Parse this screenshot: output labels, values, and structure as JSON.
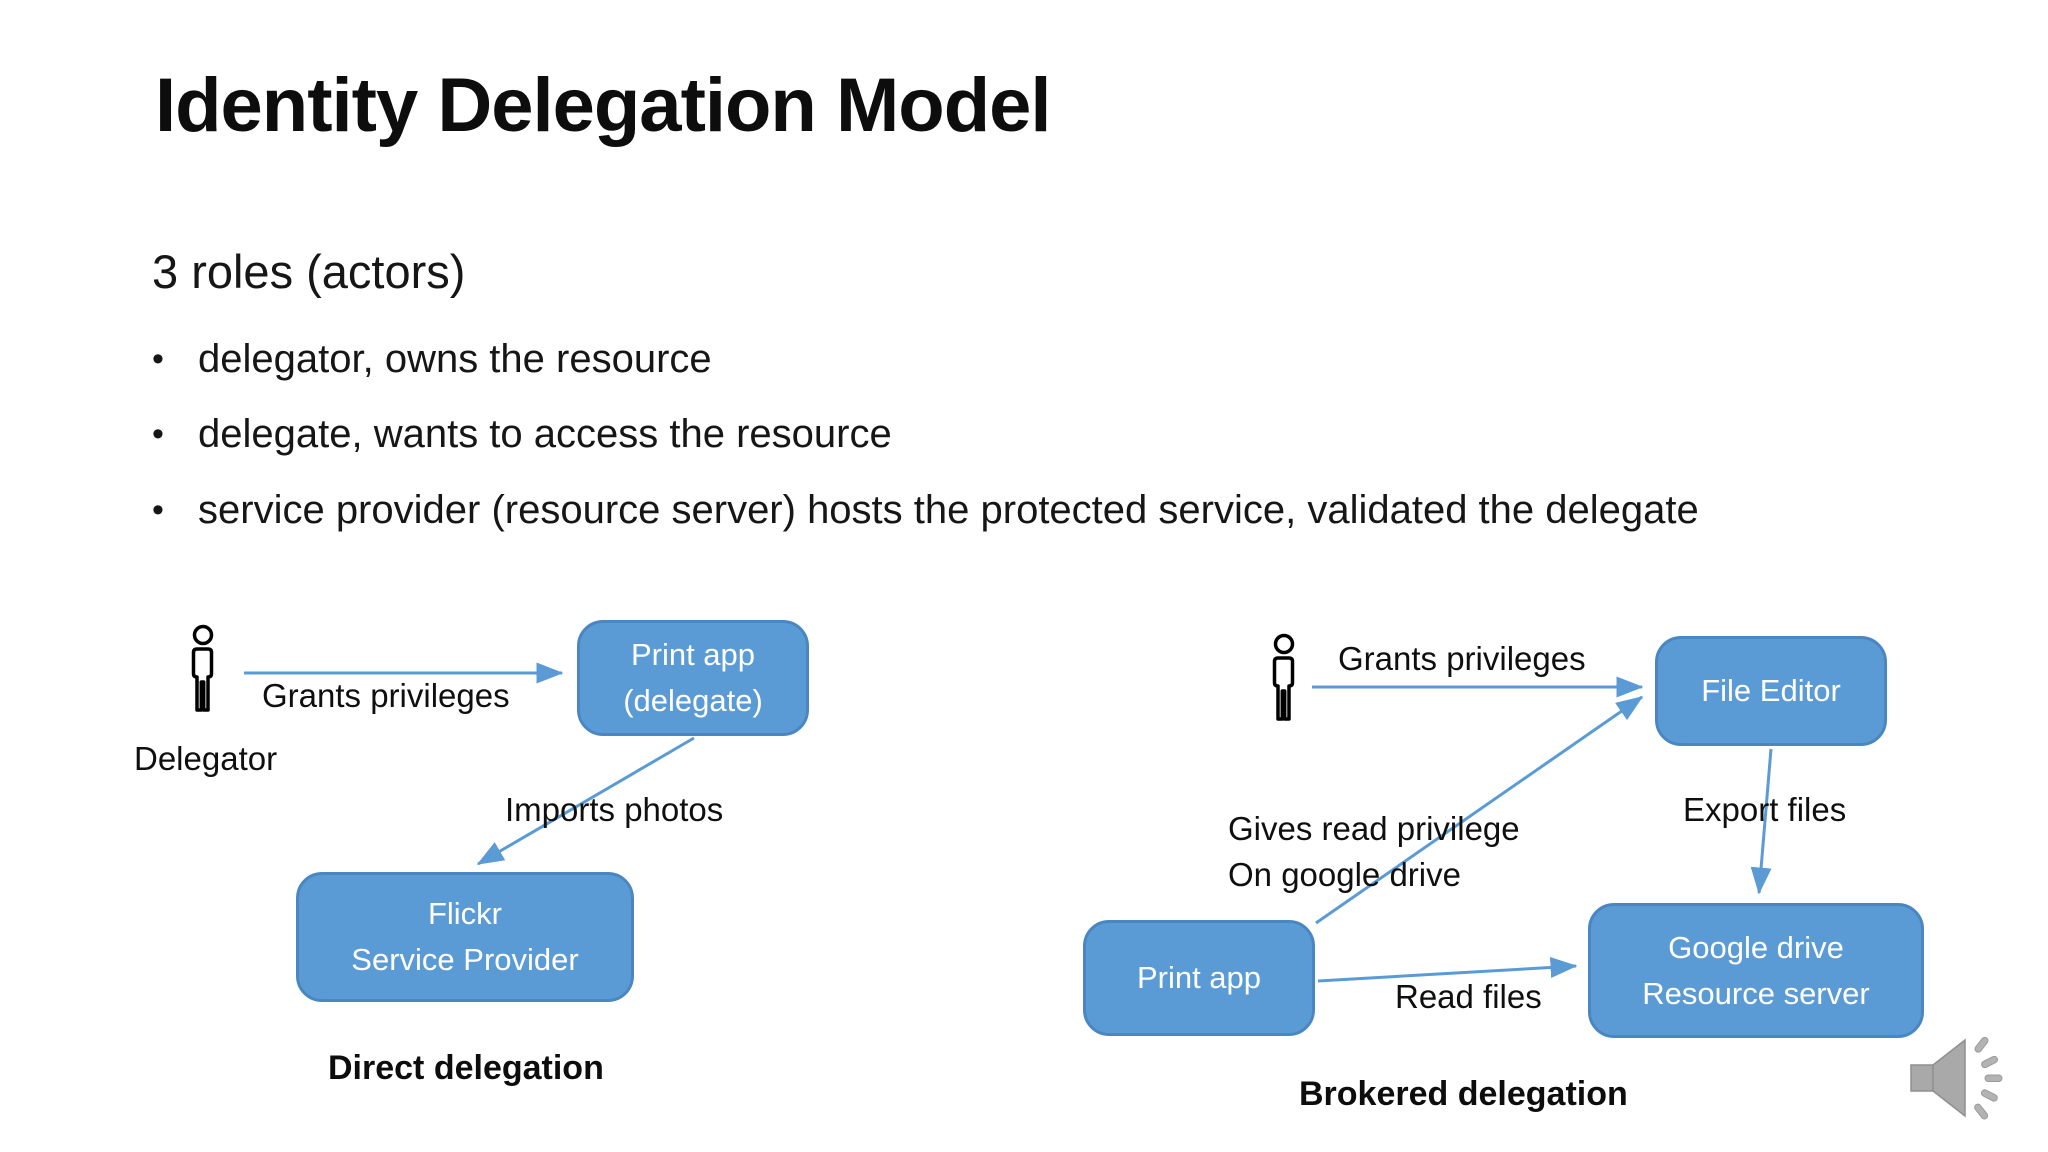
{
  "slide_title": "Identity Delegation Model",
  "roles": {
    "heading": "3 roles (actors)",
    "bullets": [
      "delegator, owns the resource",
      "delegate, wants to access the resource",
      "service provider (resource server) hosts the protected service, validated the delegate"
    ]
  },
  "direct_delegation": {
    "caption": "Direct delegation",
    "actor_label": "Delegator",
    "grants_arrow_label": "Grants privileges",
    "delegate_box": {
      "line1": "Print app",
      "line2": "(delegate)"
    },
    "imports_arrow_label": "Imports photos",
    "provider_box": {
      "line1": "Flickr",
      "line2": "Service Provider"
    }
  },
  "brokered_delegation": {
    "caption": "Brokered delegation",
    "grants_arrow_label": "Grants privileges",
    "editor_box": {
      "line1": "File Editor"
    },
    "gives_label": {
      "line1": "Gives read privilege",
      "line2": "On google drive"
    },
    "export_arrow_label": "Export files",
    "print_box": {
      "line1": "Print app"
    },
    "read_arrow_label": "Read files",
    "drive_box": {
      "line1": "Google drive",
      "line2": "Resource server"
    }
  },
  "icons": {
    "person_left": "person-icon",
    "person_right": "person-icon",
    "audio": "audio-speaker-icon"
  },
  "colors": {
    "background": "#ffffff",
    "box_fill": "#5b9bd5",
    "box_border": "#4a87c2",
    "box_text": "#ffffff",
    "arrow": "#5b9bd5",
    "body_text": "#111111",
    "speaker_gray": "#a9a9a9"
  }
}
